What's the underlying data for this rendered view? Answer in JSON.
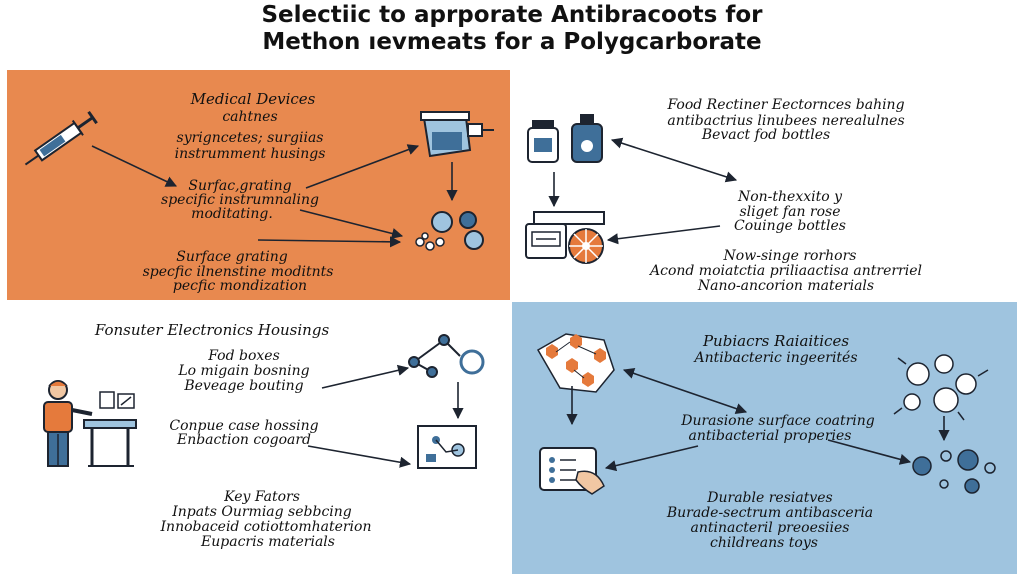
{
  "title": {
    "line1": "Selectiic to aprporate Antibracoots for",
    "line2": "Methon ıevmeats for a Polygcarborate"
  },
  "panels": [
    {
      "heading": "Medical Devices",
      "lines": [
        "cahtnes",
        "syrigncetes; surgiias",
        "instrumment husings",
        "Surfac,grating",
        "specific instrumnaling",
        "moditating.",
        "Surface grating",
        "specfic ilnenstine moditnts",
        "pecfic mondization"
      ]
    },
    {
      "heading": "Food Rectiner Eectornces bahing",
      "lines": [
        "antibactrius linubees nerealulnes",
        "Bevact fod bottles",
        "Non-thexxito y",
        "sliget fan rose",
        "Couinge bottles",
        "Now-singe rorhors",
        "Acond moiatctia priliaactisa antrerriel",
        "Nano-ancorion materials"
      ]
    },
    {
      "heading": "Fonsuter Electronics Housings",
      "lines": [
        "Fod boxes",
        "Lo migain bosning",
        "Beveage bouting",
        "Conpue case hossing",
        "Enbaction cogoard",
        "Key Fators",
        "Inpats Ourmiag sebbcing",
        "Innobaceid cotiottomhaterion",
        "Eupacris materials"
      ]
    },
    {
      "heading": "Pubiacrs Raiaitices",
      "lines": [
        "Antibacteric ingeerités",
        "Durasione surface coatring",
        "antibacterial properies",
        "Durable resiatves",
        "Burade-sectrum antibasceria",
        "antinacteril preoesiies",
        "childreans toys"
      ]
    }
  ],
  "colors": {
    "panel1_bg": "#e8894f",
    "panel4_bg": "#9fc4df",
    "accent_blue": "#3f6f99",
    "accent_orange": "#e57a3c"
  },
  "icons": [
    "syringe-icon",
    "medical-container-icon",
    "capsules-icon",
    "bottles-icon",
    "pill-bottle-icon",
    "orange-slice-icon",
    "worker-icon",
    "toggle-switch-icon",
    "molecule-link-icon",
    "circuit-board-icon",
    "hexagon-cluster-icon",
    "bacteria-cluster-icon",
    "touch-panel-icon",
    "dots-cluster-icon"
  ]
}
